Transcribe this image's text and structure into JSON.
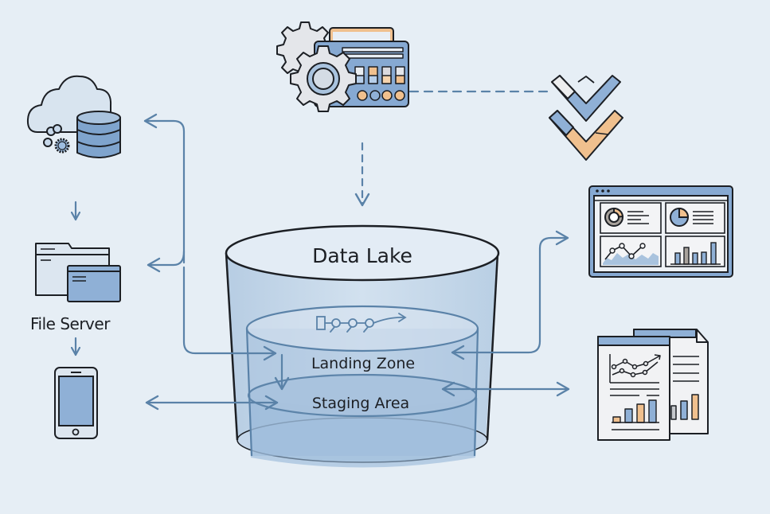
{
  "diagram": {
    "title": "Data Lake architecture",
    "labels": {
      "data_lake": "Data Lake",
      "landing_zone": "Landing Zone",
      "staging_area": "Staging Area",
      "file_server": "File Server"
    },
    "nodes": [
      {
        "id": "cloud-database",
        "icon": "cloud-database-icon"
      },
      {
        "id": "file-server",
        "icon": "folder-windows-icon",
        "label": "File Server"
      },
      {
        "id": "mobile-device",
        "icon": "smartphone-icon"
      },
      {
        "id": "control-panel",
        "icon": "gears-control-panel-icon"
      },
      {
        "id": "validation",
        "icon": "double-chevron-check-icon"
      },
      {
        "id": "dashboard",
        "icon": "analytics-dashboard-icon"
      },
      {
        "id": "reports",
        "icon": "report-documents-icon"
      },
      {
        "id": "data-lake",
        "icon": "cylinder-storage",
        "label": "Data Lake",
        "zones": [
          "Landing Zone",
          "Staging Area"
        ]
      }
    ],
    "connections": [
      {
        "from": "data-lake",
        "to": "cloud-database",
        "style": "solid"
      },
      {
        "from": "data-lake",
        "to": "file-server",
        "style": "solid"
      },
      {
        "from": "file-server",
        "to": "landing-zone",
        "style": "solid"
      },
      {
        "from": "cloud-database",
        "to": "file-server",
        "style": "solid"
      },
      {
        "from": "file-server",
        "to": "mobile-device",
        "style": "solid"
      },
      {
        "from": "mobile-device",
        "to": "staging-area",
        "style": "solid",
        "bidirectional": true
      },
      {
        "from": "landing-zone",
        "to": "staging-area",
        "style": "solid"
      },
      {
        "from": "control-panel",
        "to": "data-lake",
        "style": "dashed"
      },
      {
        "from": "control-panel",
        "to": "validation",
        "style": "dashed"
      },
      {
        "from": "landing-zone",
        "to": "dashboard",
        "style": "solid",
        "bidirectional": true
      },
      {
        "from": "staging-area",
        "to": "reports",
        "style": "solid",
        "bidirectional": true
      }
    ],
    "colors": {
      "background": "#e6eef5",
      "line": "#5a82a8",
      "blue_fill": "#8fb0d6",
      "light_fill": "#dbe6f1",
      "orange_fill": "#f0c08e",
      "outline": "#1c1f24"
    }
  }
}
